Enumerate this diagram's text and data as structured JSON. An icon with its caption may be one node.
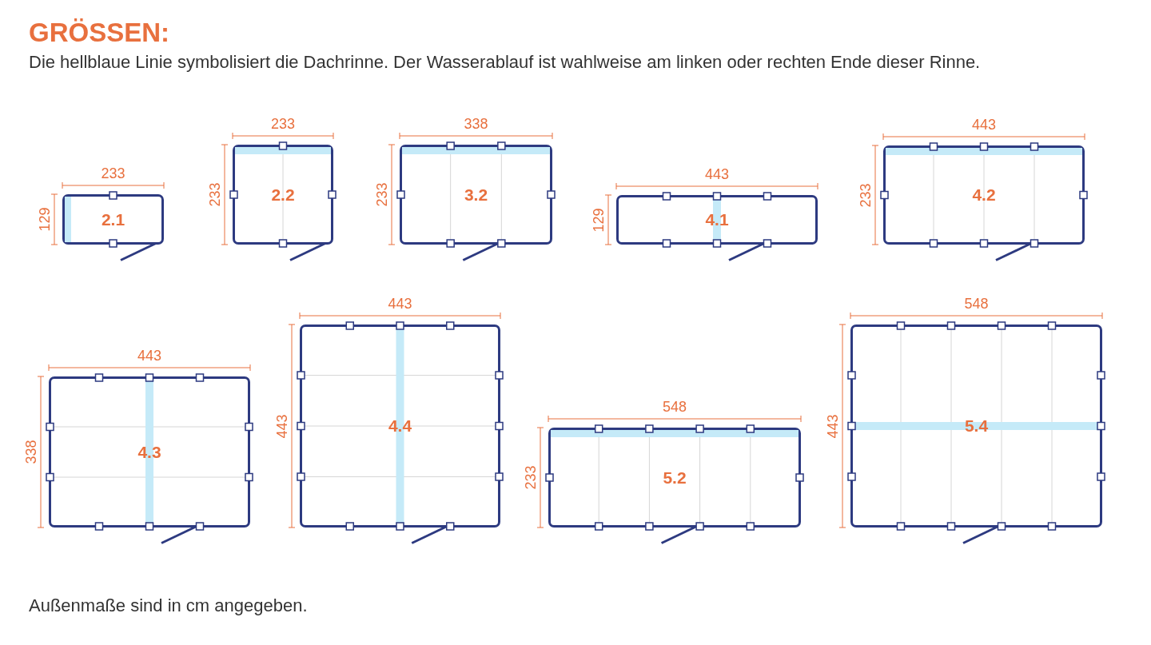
{
  "diagram": {
    "title": "GRÖSSEN:",
    "nodes": [
      {
        "text": [
          "2.1"
        ],
        "beside": [
          "233",
          "129"
        ]
      },
      {
        "text": [
          "2.2"
        ],
        "beside": [
          "233",
          "233"
        ]
      },
      {
        "text": [
          "3.2"
        ],
        "beside": [
          "338",
          "233"
        ]
      },
      {
        "text": [
          "4.1"
        ],
        "beside": [
          "443",
          "129"
        ]
      },
      {
        "text": [
          "4.2"
        ],
        "beside": [
          "443",
          "233"
        ]
      },
      {
        "text": [
          "4.3"
        ],
        "beside": [
          "443",
          "338"
        ]
      },
      {
        "text": [
          "4.4"
        ],
        "beside": [
          "443",
          "443"
        ]
      },
      {
        "text": [
          "5.2"
        ],
        "beside": [
          "548",
          "233"
        ]
      },
      {
        "text": [
          "5.4"
        ],
        "beside": [
          "548",
          "443"
        ]
      }
    ],
    "labels": [
      "Die hellblaue Linie symbolisiert die Dachrinne. Der Wasserablauf ist wahlweise am linken oder rechten Ende dieser Rinne.",
      "Außenmaße sind in cm angegeben."
    ]
  }
}
